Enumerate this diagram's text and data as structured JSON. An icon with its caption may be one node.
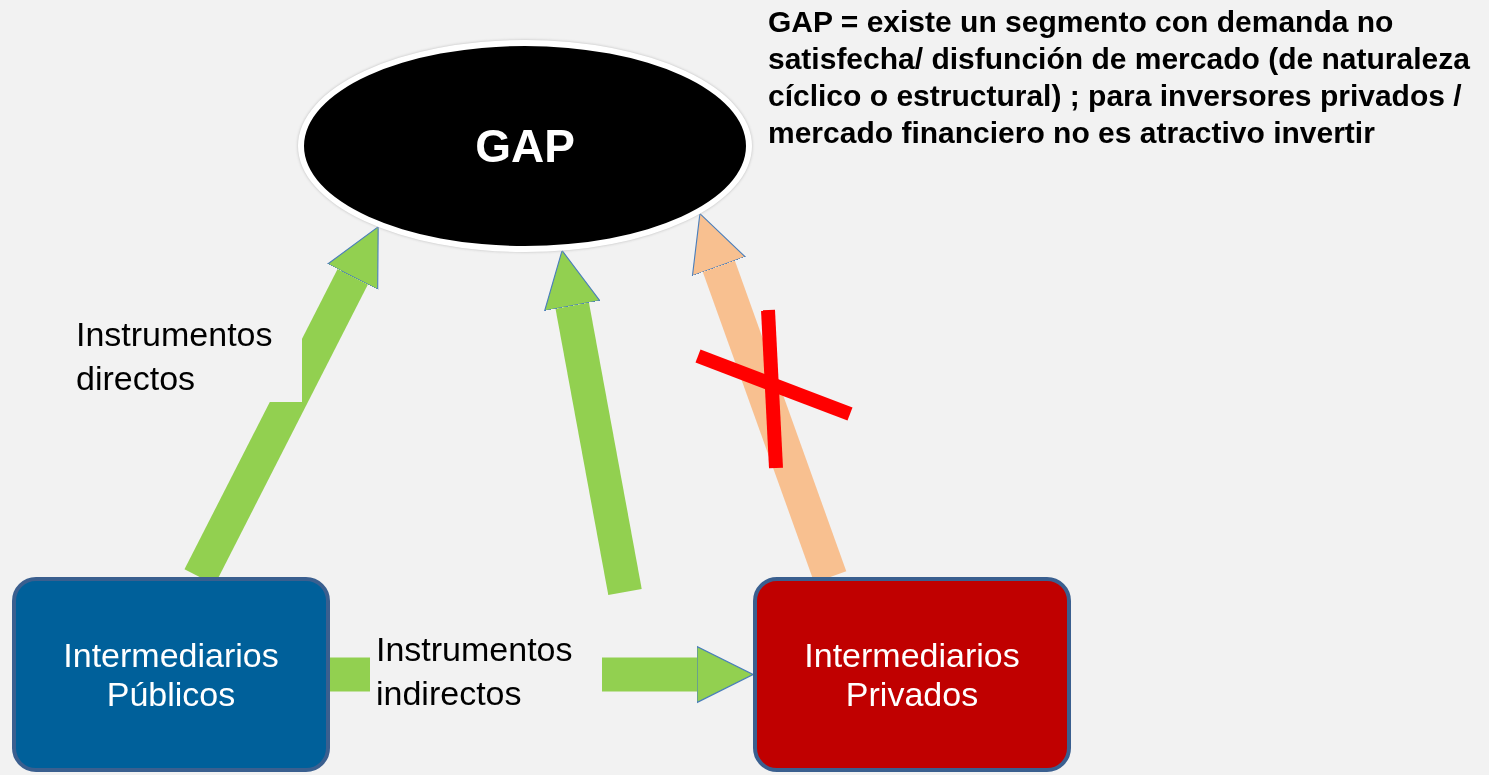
{
  "diagram": {
    "nodes": [
      {
        "text": [
          "GAP"
        ]
      },
      {
        "text": [
          "Intermediarios Públicos"
        ]
      },
      {
        "text": [
          "Intermediarios Privados"
        ]
      }
    ],
    "edges": [
      {
        "from": 1,
        "to": 0,
        "arrow": "to",
        "label": "Instrumentos directos"
      },
      {
        "from": 1,
        "to": 2,
        "arrow": "to",
        "label": "Instrumentos indirectos"
      },
      {
        "from": null,
        "to": 0,
        "arrow": "to"
      },
      {
        "from": 2,
        "to": 0,
        "arrow": "to",
        "color": "#f8c090"
      }
    ],
    "labels": [
      "GAP = existe un segmento con demanda no satisfecha/ disfunción  de mercado (de naturaleza cíclico o estructural) ; para inversores privados / mercado financiero no es atractivo invertir"
    ]
  }
}
